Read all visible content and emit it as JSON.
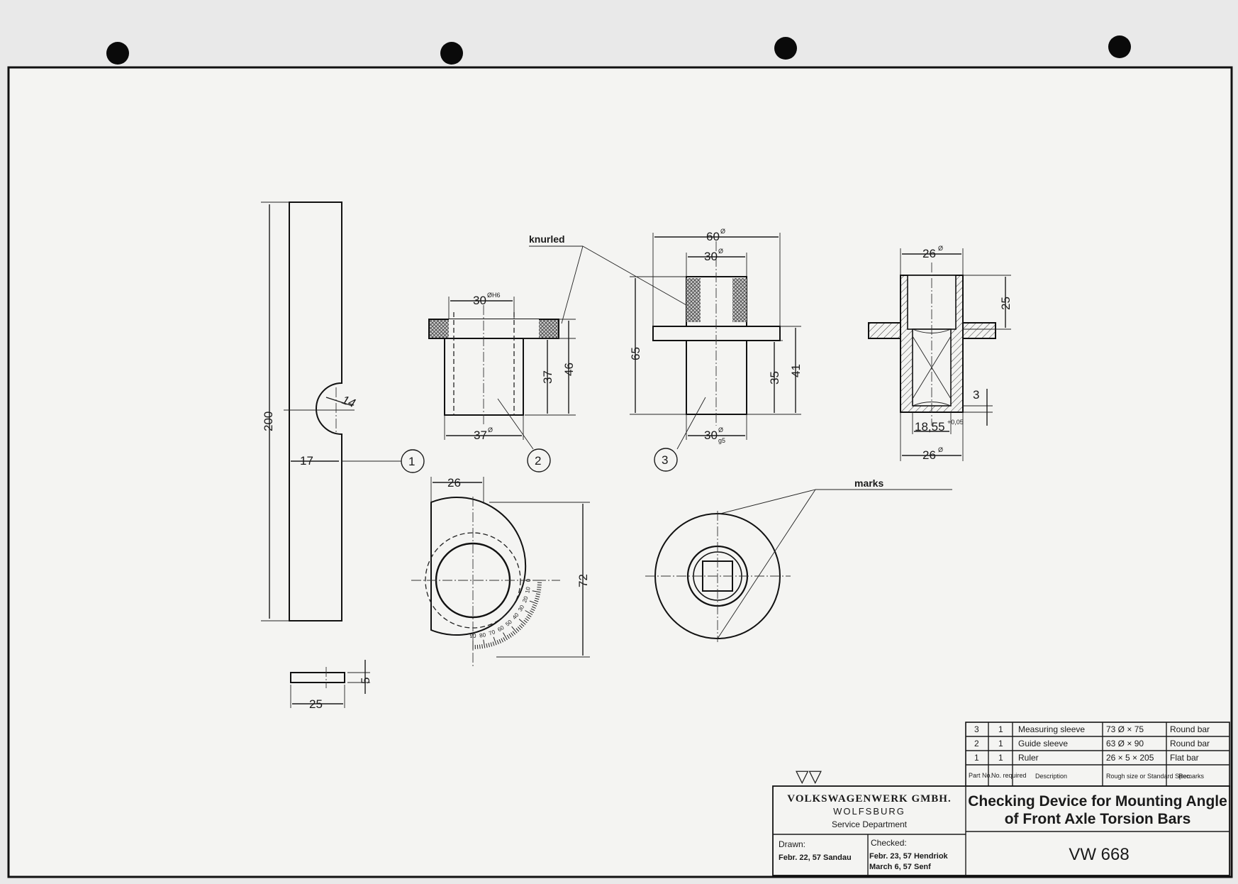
{
  "drawing": {
    "part1_dims": {
      "length": "200",
      "notch_width": "17",
      "notch_radius": "14",
      "bottom_width": "25",
      "thickness": "5"
    },
    "part2_dims": {
      "bore": "30",
      "bore_sup": "ØH6",
      "outer": "37",
      "outer_sup": "Ø",
      "h1": "37",
      "h2": "46"
    },
    "part3_dims": {
      "flange": "60",
      "flange_sup": "Ø",
      "inner": "30",
      "inner_sup": "Ø",
      "shaft": "30",
      "shaft_sup": "Ø",
      "shaft_sub": "g5",
      "h_total": "65",
      "h1": "35",
      "h2": "41"
    },
    "section_dims": {
      "top": "26",
      "top_sup": "Ø",
      "bottom": "26",
      "bottom_sup": "Ø",
      "height": "25",
      "inner": "18,55",
      "inner_sup": "+0,05",
      "step": "3"
    },
    "dial_dims": {
      "radius_offset": "26",
      "diameter": "72"
    },
    "dial_scale": [
      "0",
      "10",
      "20",
      "30",
      "40",
      "50",
      "60",
      "70",
      "80",
      "90"
    ],
    "callouts": [
      "1",
      "2",
      "3"
    ],
    "notes": {
      "knurled": "knurled",
      "marks": "marks"
    }
  },
  "parts_list": {
    "rows": [
      {
        "part": "3",
        "qty": "1",
        "desc": "Measuring sleeve",
        "size": "73 Ø × 75",
        "remarks": "Round bar"
      },
      {
        "part": "2",
        "qty": "1",
        "desc": "Guide sleeve",
        "size": "63 Ø × 90",
        "remarks": "Round bar"
      },
      {
        "part": "1",
        "qty": "1",
        "desc": "Ruler",
        "size": "26 × 5 × 205",
        "remarks": "Flat bar"
      }
    ],
    "headers": {
      "part": "Part No.",
      "qty": "No. required",
      "desc": "Description",
      "size": "Rough size or Standard Spec.",
      "remarks": "Remarks"
    }
  },
  "title_block": {
    "company": "VOLKSWAGENWERK GMBH.",
    "city": "WOLFSBURG",
    "department": "Service Department",
    "symbol": "▽▽",
    "drawn_label": "Drawn:",
    "drawn_value": "Febr. 22, 57 Sandau",
    "checked_label": "Checked:",
    "checked_line1": "Febr. 23, 57  Hendriok",
    "checked_line2": "March 6, 57  Senf",
    "title_line1": "Checking Device for Mounting Angle",
    "title_line2": "of Front Axle Torsion Bars",
    "drawing_no": "VW 668"
  }
}
